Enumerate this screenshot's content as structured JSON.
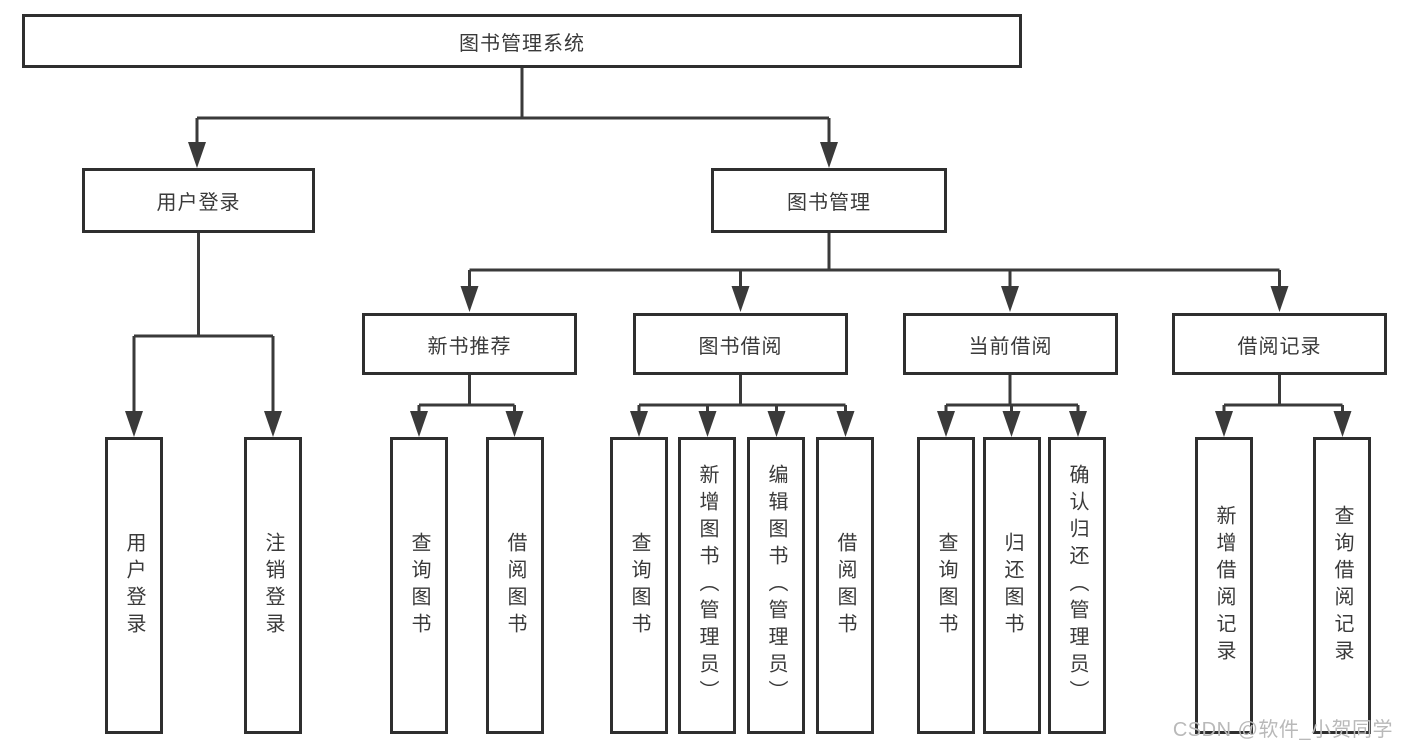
{
  "tree": {
    "root": {
      "label": "图书管理系统"
    },
    "branches": [
      {
        "label": "用户登录",
        "children": [
          {
            "label": "用户登录"
          },
          {
            "label": "注销登录"
          }
        ]
      },
      {
        "label": "图书管理",
        "children": [
          {
            "label": "新书推荐",
            "children": [
              {
                "label": "查询图书"
              },
              {
                "label": "借阅图书"
              }
            ]
          },
          {
            "label": "图书借阅",
            "children": [
              {
                "label": "查询图书"
              },
              {
                "label": "新增图书（管理员）"
              },
              {
                "label": "编辑图书（管理员）"
              },
              {
                "label": "借阅图书"
              }
            ]
          },
          {
            "label": "当前借阅",
            "children": [
              {
                "label": "查询图书"
              },
              {
                "label": "归还图书"
              },
              {
                "label": "确认归还（管理员）"
              }
            ]
          },
          {
            "label": "借阅记录",
            "children": [
              {
                "label": "新增借阅记录"
              },
              {
                "label": "查询借阅记录"
              }
            ]
          }
        ]
      }
    ]
  },
  "watermark": {
    "text": "CSDN @软件_小贺同学"
  },
  "colors": {
    "line": "#3a3a3a",
    "box_border": "#2f2f2f",
    "text": "#3a3a3a",
    "watermark": "#b9b9b9",
    "background": "#ffffff"
  }
}
